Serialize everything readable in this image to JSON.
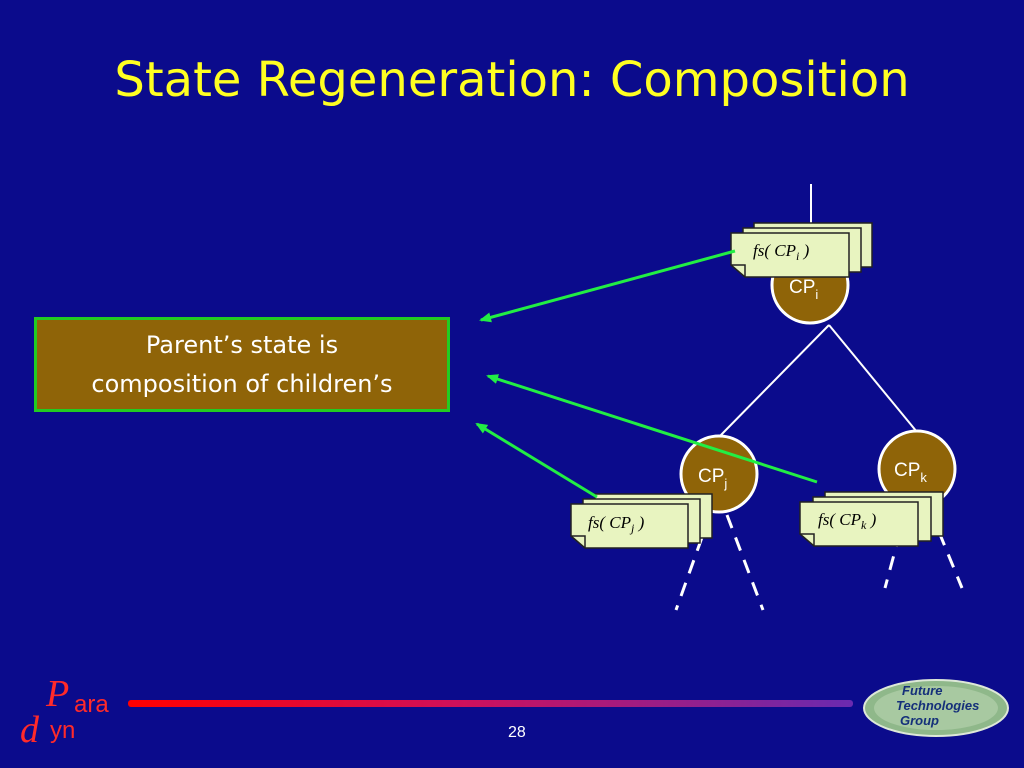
{
  "title": "State Regeneration: Composition",
  "state_box": {
    "line1": "Parent’s state is",
    "line2": "composition of children’s"
  },
  "nodes": {
    "parent": {
      "label": "CP",
      "sub": "i"
    },
    "child_j": {
      "label": "CP",
      "sub": "j"
    },
    "child_k": {
      "label": "CP",
      "sub": "k"
    }
  },
  "notes": {
    "i": {
      "prefix": "fs( CP",
      "sub": "i",
      "suffix": " )"
    },
    "j": {
      "prefix": "fs( CP",
      "sub": "j",
      "suffix": " )"
    },
    "k": {
      "prefix": "fs( CP",
      "sub": "k",
      "suffix": " )"
    }
  },
  "footer": {
    "page_number": "28",
    "logo_left": {
      "big_p": "P",
      "ara": "ara",
      "big_d": "d",
      "yn": "yn"
    },
    "logo_right": {
      "line1": "Future",
      "line2": "Technologies",
      "line3": "Group"
    }
  },
  "colors": {
    "background": "#0b0b8c",
    "title": "#ffff22",
    "node_fill": "#8f6408",
    "arrow": "#22ee44",
    "note_fill": "#e8f4c0"
  }
}
